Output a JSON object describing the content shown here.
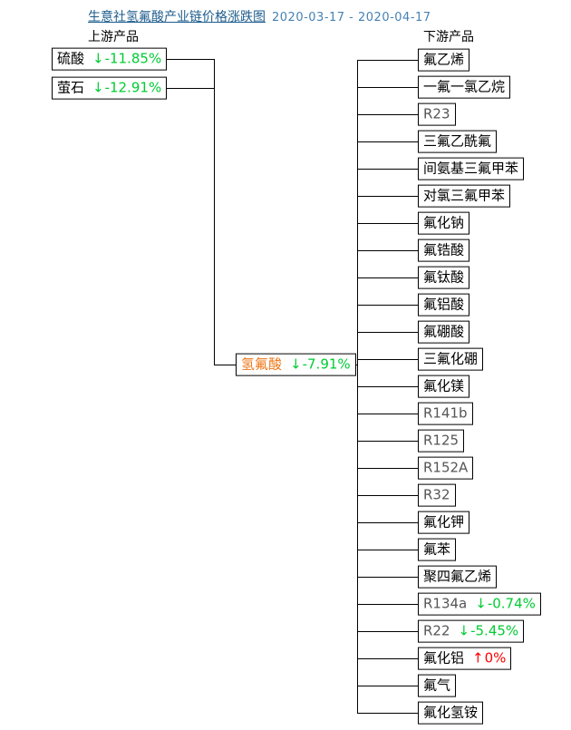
{
  "title": {
    "link_text": "生意社氢氟酸产业链价格涨跌图",
    "date_range": "2020-03-17 - 2020-04-17"
  },
  "headers": {
    "upstream": "上游产品",
    "downstream": "下游产品"
  },
  "colors": {
    "title_link": "#1d5c8d",
    "date_text": "#4682b4",
    "down_green": "#00cc33",
    "up_red": "#ff0000",
    "center_product_orange": "#ee7718",
    "line": "#000000"
  },
  "upstream": {
    "items": [
      {
        "label": "硫酸",
        "arrow": "↓",
        "change": "-11.85%",
        "direction": "down"
      },
      {
        "label": "萤石",
        "arrow": "↓",
        "change": "-12.91%",
        "direction": "down"
      }
    ]
  },
  "center": {
    "label": "氢氟酸",
    "arrow": "↓",
    "change": "-7.91%",
    "direction": "down"
  },
  "downstream": {
    "items": [
      {
        "label": "氟乙烯"
      },
      {
        "label": "一氟一氯乙烷"
      },
      {
        "label": "R23"
      },
      {
        "label": "三氟乙酰氟"
      },
      {
        "label": "间氨基三氟甲苯"
      },
      {
        "label": "对氯三氟甲苯"
      },
      {
        "label": "氟化钠"
      },
      {
        "label": "氟锆酸"
      },
      {
        "label": "氟钛酸"
      },
      {
        "label": "氟铝酸"
      },
      {
        "label": "氟硼酸"
      },
      {
        "label": "三氟化硼"
      },
      {
        "label": "氟化镁"
      },
      {
        "label": "R141b"
      },
      {
        "label": "R125"
      },
      {
        "label": "R152A"
      },
      {
        "label": "R32"
      },
      {
        "label": "氟化钾"
      },
      {
        "label": "氟苯"
      },
      {
        "label": "聚四氟乙烯"
      },
      {
        "label": "R134a",
        "arrow": "↓",
        "change": "-0.74%",
        "direction": "down"
      },
      {
        "label": "R22",
        "arrow": "↓",
        "change": "-5.45%",
        "direction": "down"
      },
      {
        "label": "氟化铝",
        "arrow": "↑",
        "change": "0%",
        "direction": "up"
      },
      {
        "label": "氟气"
      },
      {
        "label": "氟化氢铵"
      }
    ]
  }
}
